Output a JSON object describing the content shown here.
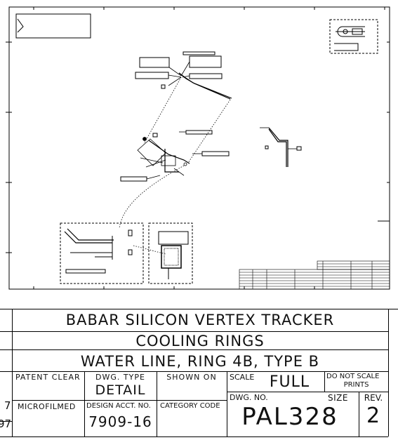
{
  "title_block": {
    "line1": "BABAR SILICON VERTEX TRACKER",
    "line2": "COOLING RINGS",
    "line3": "WATER LINE, RING 4B, TYPE B",
    "patent_label": "PATENT CLEAR",
    "dwg_type_label": "DWG. TYPE",
    "dwg_type_value": "DETAIL",
    "shown_on_label": "SHOWN ON",
    "scale_label": "SCALE",
    "scale_value": "FULL",
    "do_not_scale_line1": "DO NOT SCALE",
    "do_not_scale_line2": "PRINTS",
    "microfilmed_label": "MICROFILMED",
    "design_acct_label": "DESIGN ACCT. NO.",
    "design_acct_value": "7909-16",
    "category_code_label": "CATEGORY CODE",
    "dwg_no_label": "DWG. NO.",
    "dwg_no_value": "PAL328",
    "size_label": "SIZE",
    "rev_label": "REV.",
    "rev_value": "2",
    "left_margin_1": "7",
    "left_margin_2": "97"
  }
}
